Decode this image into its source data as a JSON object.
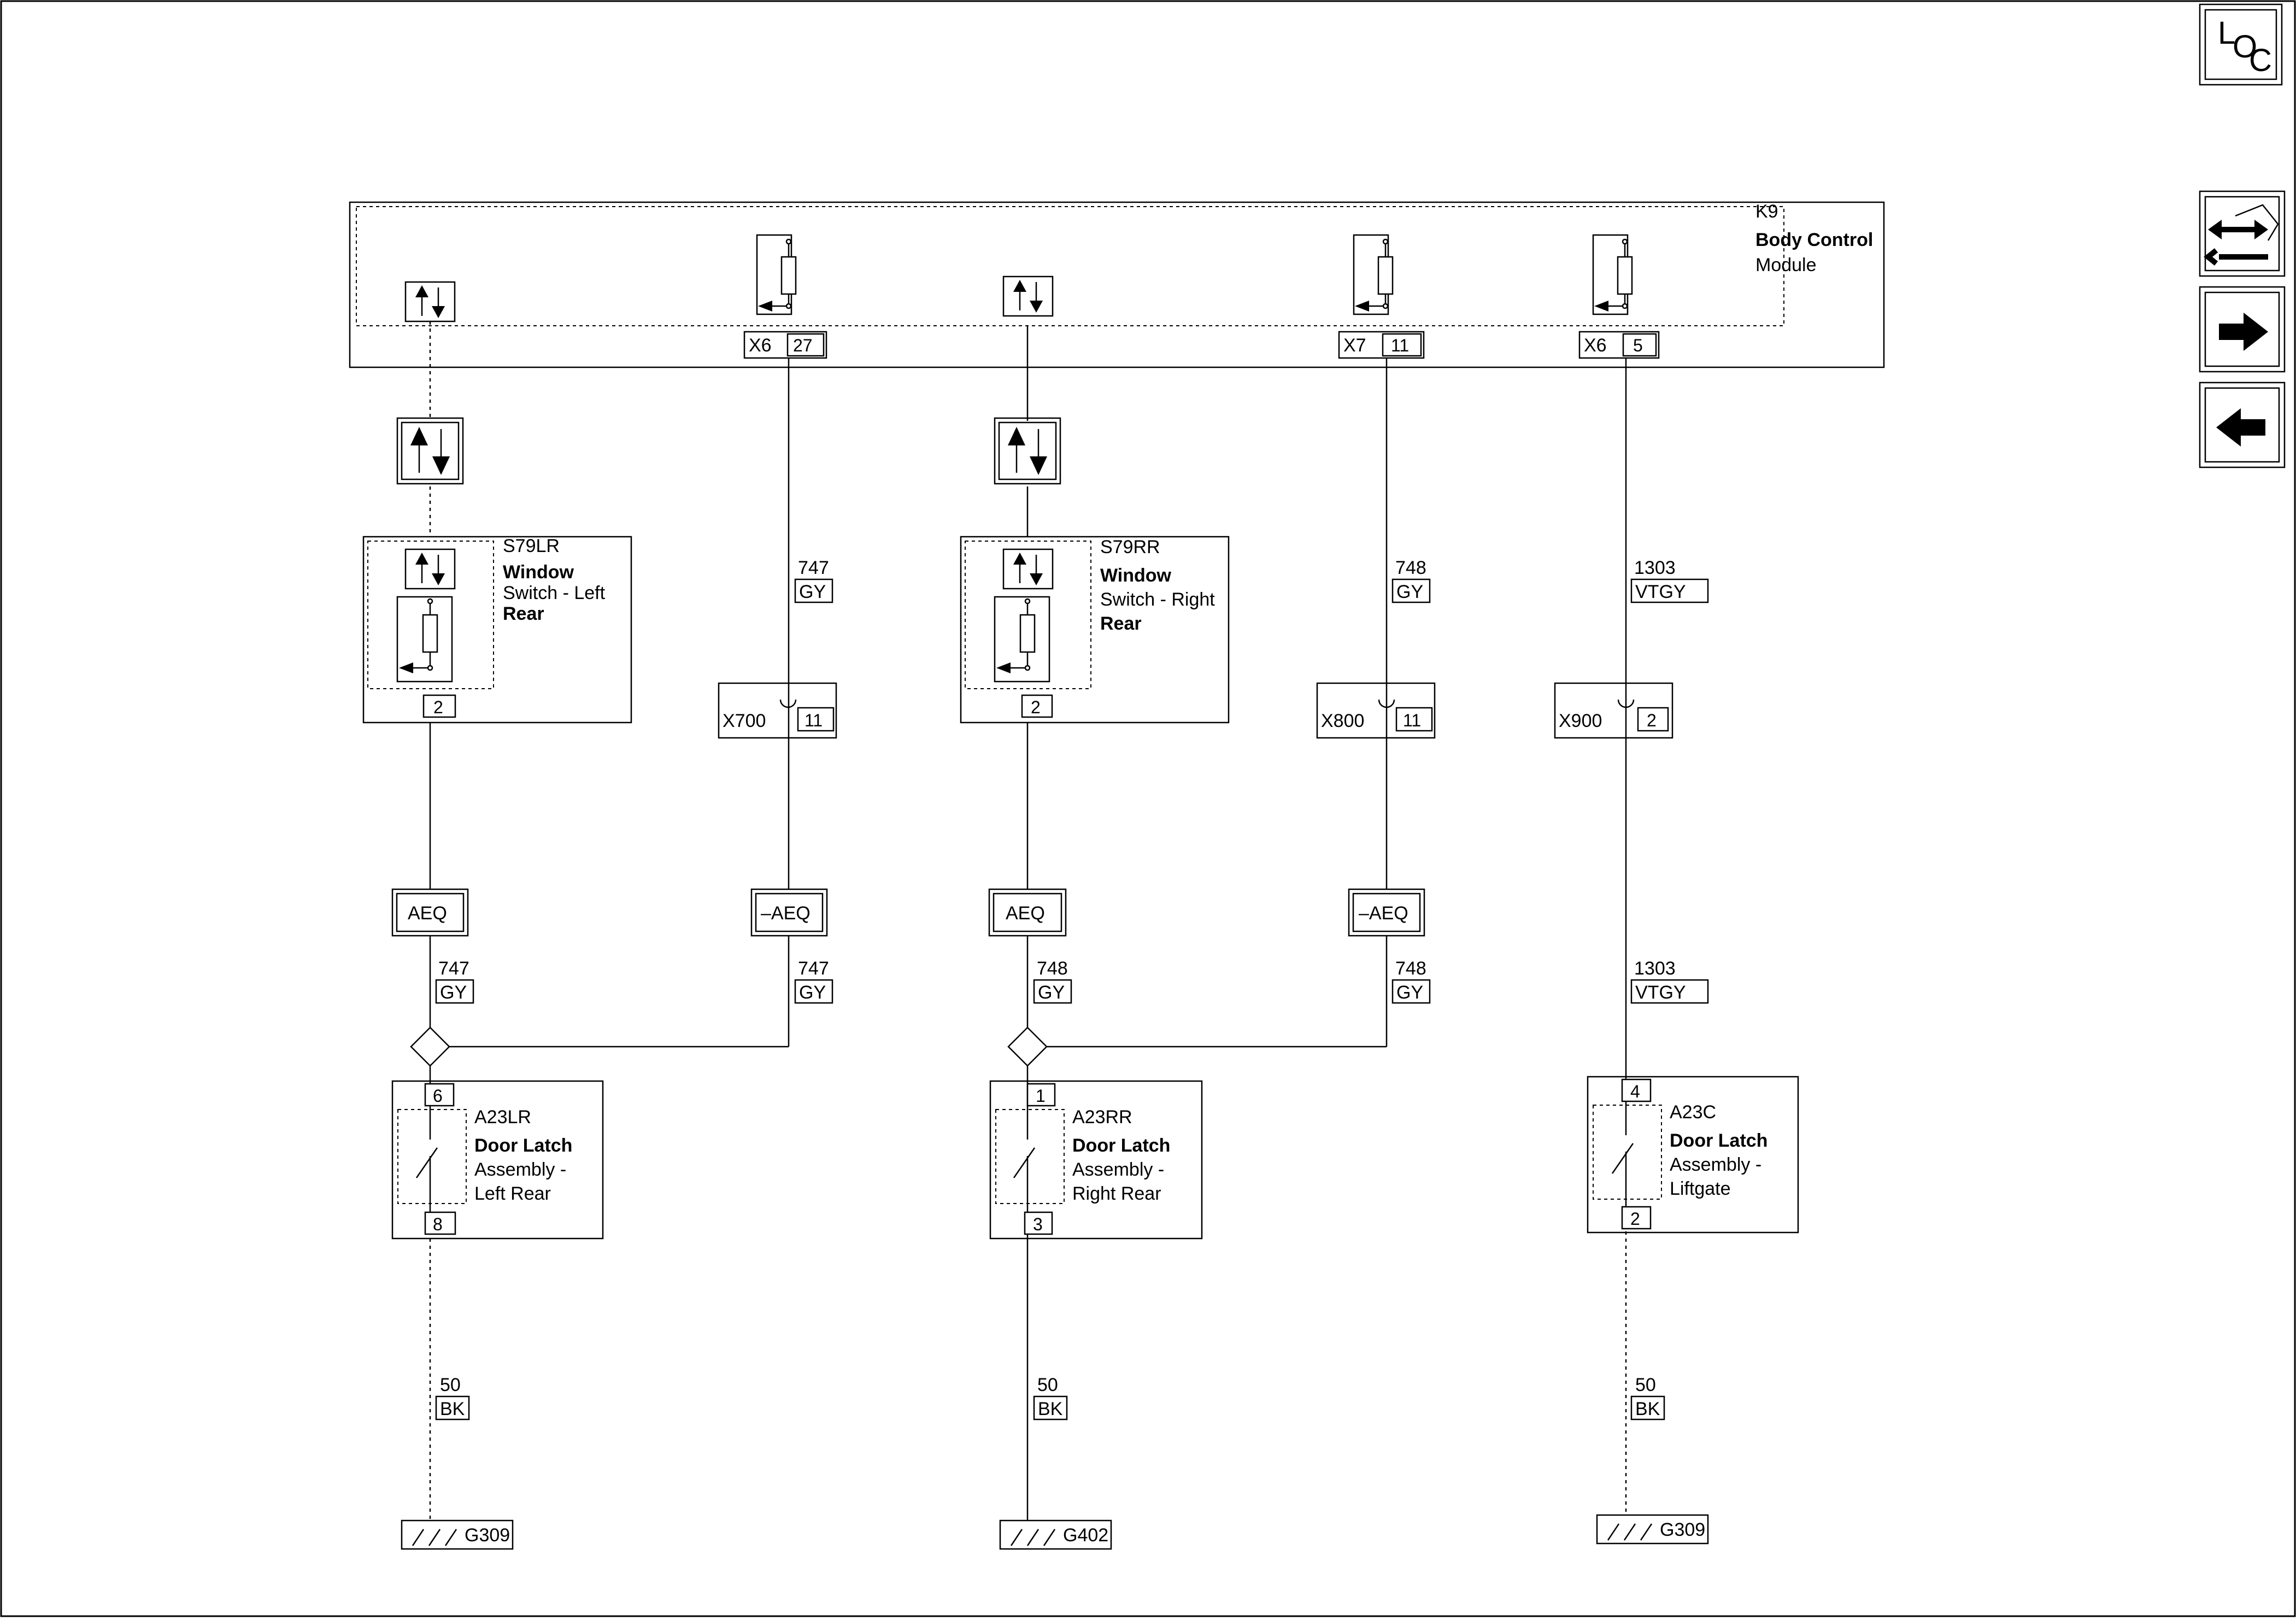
{
  "nav": {
    "loc_letters": [
      "L",
      "O",
      "C"
    ],
    "loc_icon": "loc-icon",
    "service_icon": "wrench-arrows-icon",
    "next_icon": "arrow-right-icon",
    "prev_icon": "arrow-left-icon"
  },
  "module": {
    "ref": "K9",
    "name_line1": "Body Control",
    "name_line2": "Module",
    "connectors": [
      {
        "conn": "X6",
        "pin": "27"
      },
      {
        "conn": "X7",
        "pin": "11"
      },
      {
        "conn": "X6",
        "pin": "5"
      }
    ]
  },
  "switches": [
    {
      "ref": "S79LR",
      "line1": "Window",
      "line2": "Switch - Left",
      "line3": "Rear",
      "pin": "2"
    },
    {
      "ref": "S79RR",
      "line1": "Window",
      "line2": "Switch - Right",
      "line3": "Rear",
      "pin": "2"
    }
  ],
  "inline_connectors": [
    {
      "conn": "X700",
      "pin": "11"
    },
    {
      "conn": "X800",
      "pin": "11"
    },
    {
      "conn": "X900",
      "pin": "2"
    }
  ],
  "wires_upper": [
    {
      "circuit": "747",
      "color": "GY"
    },
    {
      "circuit": "748",
      "color": "GY"
    },
    {
      "circuit": "1303",
      "color": "VTGY"
    }
  ],
  "options": [
    "AEQ",
    "–AEQ",
    "AEQ",
    "–AEQ"
  ],
  "wires_lower": [
    {
      "circuit": "747",
      "color": "GY"
    },
    {
      "circuit": "747",
      "color": "GY"
    },
    {
      "circuit": "748",
      "color": "GY"
    },
    {
      "circuit": "748",
      "color": "GY"
    },
    {
      "circuit": "1303",
      "color": "VTGY"
    }
  ],
  "latches": [
    {
      "pin_top": "6",
      "ref": "A23LR",
      "line1": "Door Latch",
      "line2": "Assembly -",
      "line3": "Left Rear",
      "pin_bottom": "8"
    },
    {
      "pin_top": "1",
      "ref": "A23RR",
      "line1": "Door Latch",
      "line2": "Assembly -",
      "line3": "Right Rear",
      "pin_bottom": "3"
    },
    {
      "pin_top": "4",
      "ref": "A23C",
      "line1": "Door Latch",
      "line2": "Assembly -",
      "line3": "Liftgate",
      "pin_bottom": "2"
    }
  ],
  "ground_wires": [
    {
      "circuit": "50",
      "color": "BK"
    },
    {
      "circuit": "50",
      "color": "BK"
    },
    {
      "circuit": "50",
      "color": "BK"
    }
  ],
  "grounds": [
    "G309",
    "G402",
    "G309"
  ]
}
